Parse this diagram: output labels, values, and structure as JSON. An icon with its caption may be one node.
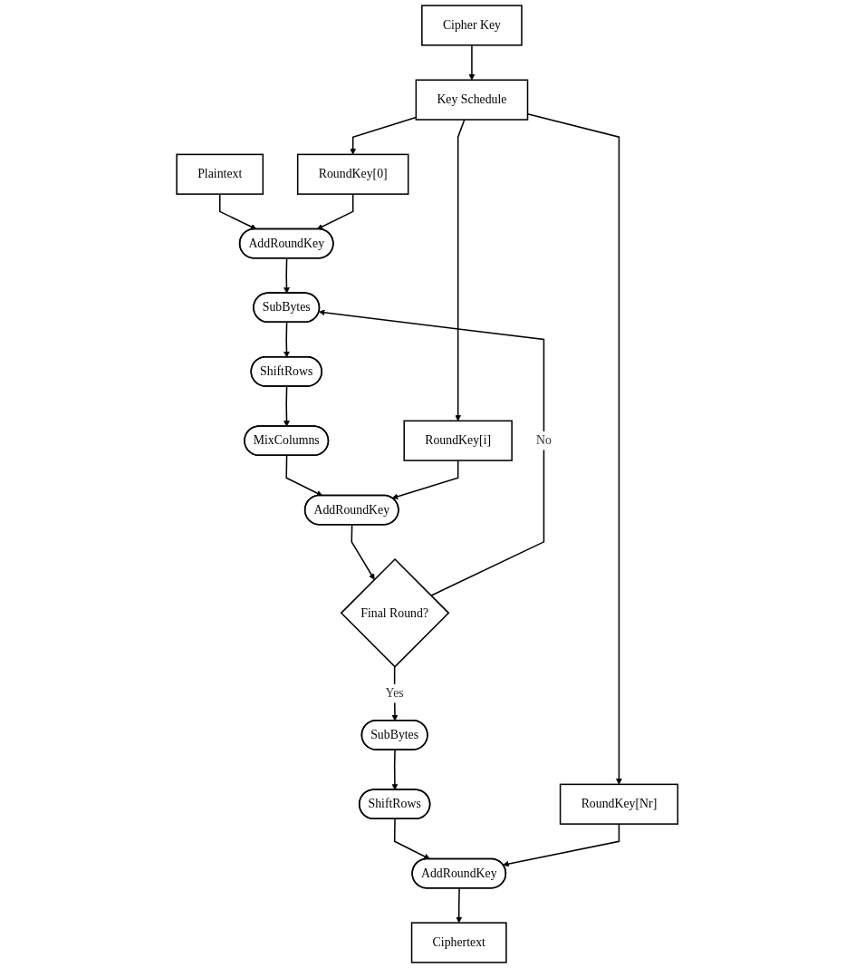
{
  "diagram": {
    "nodes": [
      {
        "text": [
          "Plaintext"
        ]
      },
      {
        "text": [
          "Cipher Key"
        ]
      },
      {
        "text": [
          "AddRoundKey"
        ]
      },
      {
        "text": [
          "RoundKey[0]"
        ]
      },
      {
        "text": [
          "SubBytes"
        ]
      },
      {
        "text": [
          "ShiftRows"
        ]
      },
      {
        "text": [
          "MixColumns"
        ]
      },
      {
        "text": [
          "AddRoundKey"
        ]
      },
      {
        "text": [
          "RoundKey[i]"
        ]
      },
      {
        "text": [
          "Key Schedule"
        ]
      },
      {
        "text": [
          "Final Round?"
        ]
      },
      {
        "text": [
          "SubBytes"
        ]
      },
      {
        "text": [
          "ShiftRows"
        ]
      },
      {
        "text": [
          "AddRoundKey"
        ]
      },
      {
        "text": [
          "RoundKey[Nr]"
        ]
      },
      {
        "text": [
          "Ciphertext"
        ]
      }
    ],
    "edges": [
      {
        "from": 0,
        "to": 2,
        "arrow": "to"
      },
      {
        "from": 3,
        "to": 2,
        "arrow": "to"
      },
      {
        "from": 2,
        "to": 4,
        "arrow": "to"
      },
      {
        "from": 4,
        "to": 5,
        "arrow": "to"
      },
      {
        "from": 5,
        "to": 6,
        "arrow": "to"
      },
      {
        "from": 6,
        "to": 7,
        "arrow": "to"
      },
      {
        "from": 8,
        "to": 7,
        "arrow": "to"
      },
      {
        "from": 7,
        "to": 10,
        "arrow": "to"
      },
      {
        "from": 10,
        "to": 4,
        "arrow": "to",
        "label": "No"
      },
      {
        "from": 10,
        "to": 11,
        "arrow": "to",
        "label": "Yes"
      },
      {
        "from": 11,
        "to": 12,
        "arrow": "to"
      },
      {
        "from": 12,
        "to": 13,
        "arrow": "to"
      },
      {
        "from": 14,
        "to": 13,
        "arrow": "to"
      },
      {
        "from": 13,
        "to": 15,
        "arrow": "to"
      },
      {
        "from": 1,
        "to": 9,
        "arrow": "to"
      },
      {
        "from": 9,
        "to": 3,
        "arrow": "to"
      },
      {
        "from": 9,
        "to": 8,
        "arrow": "to"
      },
      {
        "from": 9,
        "to": 14,
        "arrow": "to"
      }
    ]
  }
}
